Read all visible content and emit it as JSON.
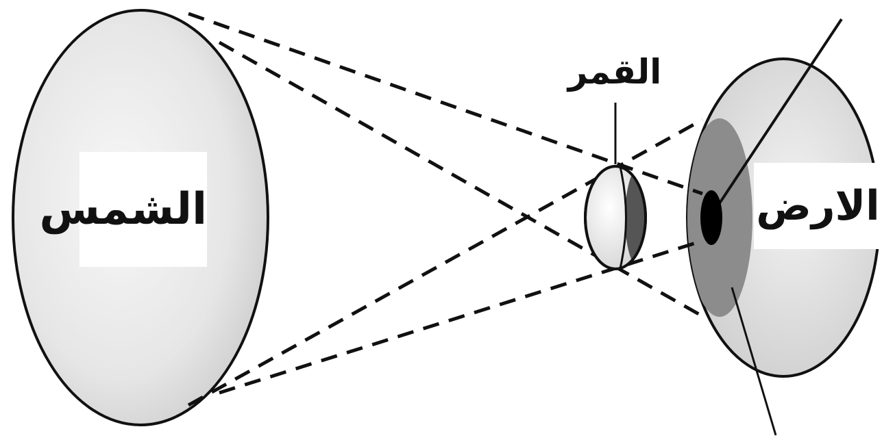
{
  "labels": {
    "sun": "الشمس",
    "moon": "القمر",
    "earth": "الارض"
  },
  "colors": {
    "outline": "#111111",
    "sun_fill": "#e4e4e4",
    "earth_fill": "#dddddd",
    "penumbra": "#8c8c8c",
    "umbra": "#000000",
    "moon_dark_side": "#555555"
  }
}
